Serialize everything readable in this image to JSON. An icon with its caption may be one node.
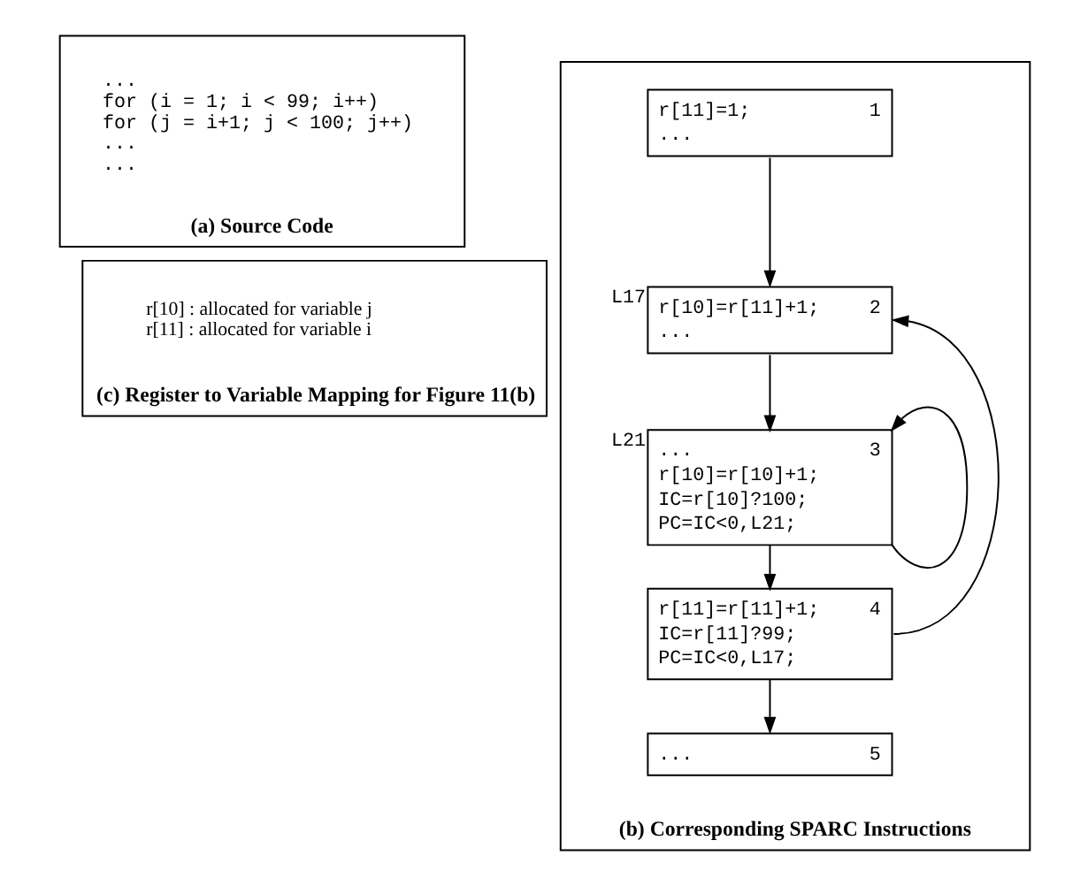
{
  "diagram": {
    "nodes": [
      {
        "text": [
          "(a) Source Code"
        ]
      },
      {
        "text": [
          "...",
          "for (i = 1; i < 99; i++)",
          "for (j = i+1; j < 100; j++)",
          "...",
          "..."
        ],
        "in": 0
      },
      {
        "text": [
          "(c) Register to Variable Mapping for Figure 11(b)"
        ]
      },
      {
        "text": [
          "r[10] : allocated for variable j",
          "r[11] : allocated for variable i"
        ],
        "in": 2
      },
      {
        "text": [
          "(b) Corresponding SPARC Instructions"
        ]
      },
      {
        "text": [
          "r[11]=1;",
          "...",
          "1"
        ],
        "in": 4
      },
      {
        "text": [
          "r[10]=r[11]+1;",
          "...",
          "2"
        ],
        "in": 4,
        "beside": [
          "L17"
        ]
      },
      {
        "text": [
          "...",
          "r[10]=r[10]+1;",
          "IC=r[10]?100;",
          "PC=IC<0,L21;",
          "3"
        ],
        "in": 4,
        "beside": [
          "L21"
        ]
      },
      {
        "text": [
          "r[11]=r[11]+1;",
          "IC=r[11]?99;",
          "PC=IC<0,L17;",
          "4"
        ],
        "in": 4
      },
      {
        "text": [
          "...",
          "5"
        ],
        "in": 4
      }
    ],
    "edges": [
      {
        "from": 5,
        "to": 6,
        "arrow": "to"
      },
      {
        "from": 6,
        "to": 7,
        "arrow": "to"
      },
      {
        "from": 7,
        "to": 8,
        "arrow": "to"
      },
      {
        "from": 8,
        "to": 9,
        "arrow": "to"
      },
      {
        "from": 7,
        "to": 7,
        "arrow": "to"
      },
      {
        "from": 8,
        "to": 6,
        "arrow": "to"
      }
    ]
  }
}
